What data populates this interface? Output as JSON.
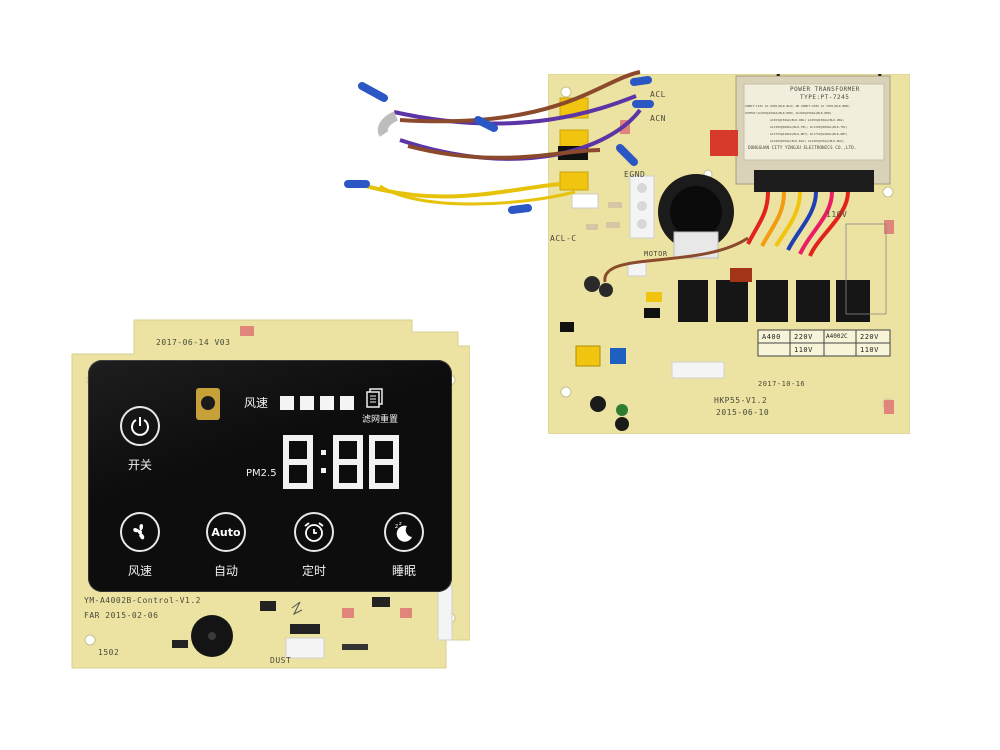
{
  "control_board": {
    "date_code": "2017-06-14  V03",
    "model": "YM-A4002B-Control-V1.2",
    "far_date": "FAR  2015-02-06",
    "fan_speed_label": "风速",
    "filter_reset_label": "滤网重置",
    "pm_label": "PM2.5",
    "display_digits": "8:88",
    "buttons": {
      "power": "开关",
      "fan": "风速",
      "auto": "自动",
      "auto_icon_text": "Auto",
      "timer": "定时",
      "sleep": "睡眠"
    },
    "connector_label": "DUST",
    "silk_misc": "1502"
  },
  "power_board": {
    "transformer_title": "POWER TRANSFORMER",
    "transformer_type": "TYPE:PT-7245",
    "transformer_maker": "DONGGUAN CITY YINGJU ELECTRONICS CO.,LTD.",
    "transformer_lines": [
      "INPUT:115V AC 60Hz(BLK-BLU)  OR  INPUT:230V AC 50Hz(BLK-BRN)",
      "OUTPUT:AC20V@150mA(BLK-RED)     AC20V@150mA(BLK-RED)",
      "AC45V@150mA(BLK-ORG)     AC45V@150mA(BLK-ORG)",
      "AC130V@300mA(BLK-YEL)    AC130V@300mA(BLK-YEL)",
      "AC175V@120mA(BLK-WHT)    AC175V@120mA(BLK-WHT)",
      "AC220V@70mA(BLK-BLU)     AC220V@70mA(BLK-BLU)"
    ],
    "labels": {
      "acl": "ACL",
      "acn": "ACN",
      "egnd": "EGND",
      "acl_c": "ACL-C",
      "motor": "MOTOR",
      "v110": "110V",
      "date1": "2017-10-16",
      "model": "HKP55-V1.2",
      "date2": "2015-06-10"
    },
    "voltage_table": [
      [
        "A400",
        "220V",
        "A4002C",
        "220V"
      ],
      [
        "",
        "110V",
        "",
        "110V"
      ]
    ]
  },
  "colors": {
    "pcb": "#ece3a2",
    "panel": "#0d0d0d",
    "relay": "#161616"
  }
}
